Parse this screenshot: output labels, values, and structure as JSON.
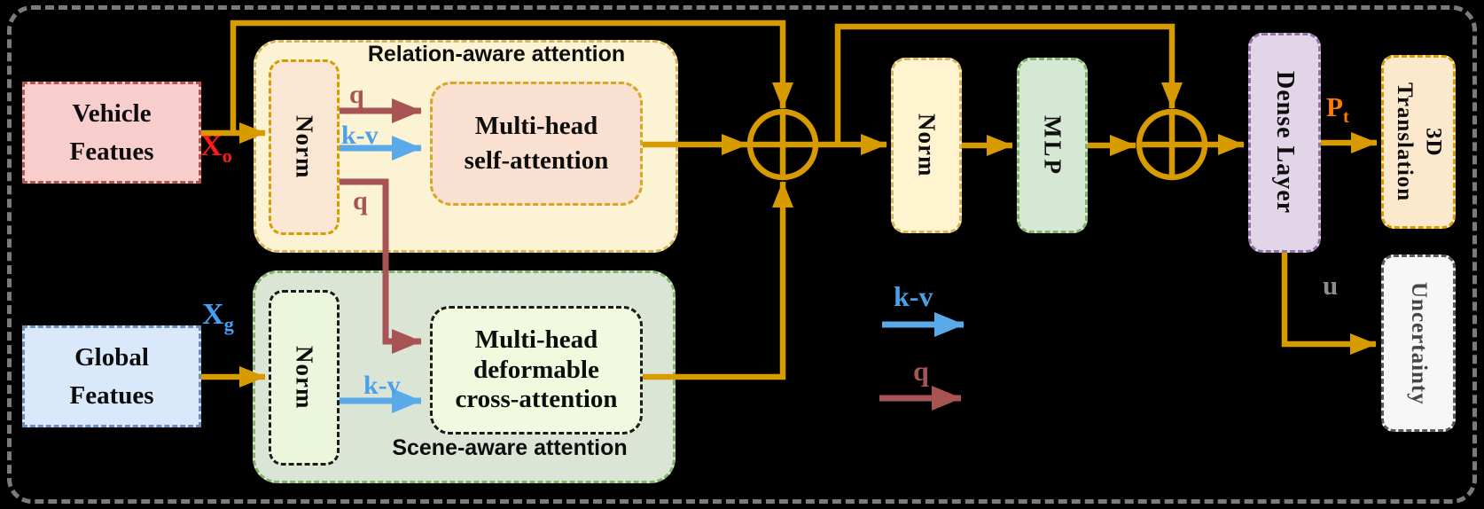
{
  "diagram": {
    "description": "Attention-based translation head block diagram",
    "nodes": {
      "vehicle": {
        "label": "Vehicle\nFeatues"
      },
      "global": {
        "label": "Global\nFeatues"
      },
      "relation_block": {
        "title": "Relation-aware attention",
        "norm": "Norm",
        "attention": "Multi-head\nself-attention"
      },
      "scene_block": {
        "title": "Scene-aware attention",
        "norm": "Norm",
        "attention": "Multi-head\ndeformable\ncross-attention"
      },
      "norm": "Norm",
      "mlp": "MLP",
      "dense": "Dense Layer",
      "translation": "3D\nTranslation",
      "uncertainty": "Uncertainty"
    },
    "labels": {
      "xo": {
        "base": "X",
        "sub": "o"
      },
      "xg": {
        "base": "X",
        "sub": "g"
      },
      "pt": {
        "base": "P",
        "sub": "t"
      },
      "u": "u",
      "q": "q",
      "kv": "k-v"
    },
    "legend": {
      "kv": "k-v",
      "q": "q"
    },
    "colors": {
      "background": "#000000",
      "frame_gray": "#7b7b7b",
      "wire_gold": "#D79B00",
      "q_red": "#A85454",
      "kv_blue": "#5AA9E8",
      "xo_red": "#FB1B1B",
      "xg_blue": "#42A0F5",
      "pt_orange": "#FF7C00",
      "u_gray": "#8C8C8C",
      "vehicle_fill": "#F8CECC",
      "vehicle_border": "#B85450",
      "global_fill": "#DAE8FC",
      "global_border": "#6C8EBF",
      "relation_fill": "#FCF3D4",
      "relation_border": "#D6B656",
      "scene_fill": "#DBE5D6",
      "scene_border": "#82B366",
      "mlp_fill": "#D5E8D4",
      "dense_fill": "#E1D5E7",
      "translation_fill": "#FCE9CD",
      "uncertainty_fill": "#F7F7F7"
    }
  }
}
